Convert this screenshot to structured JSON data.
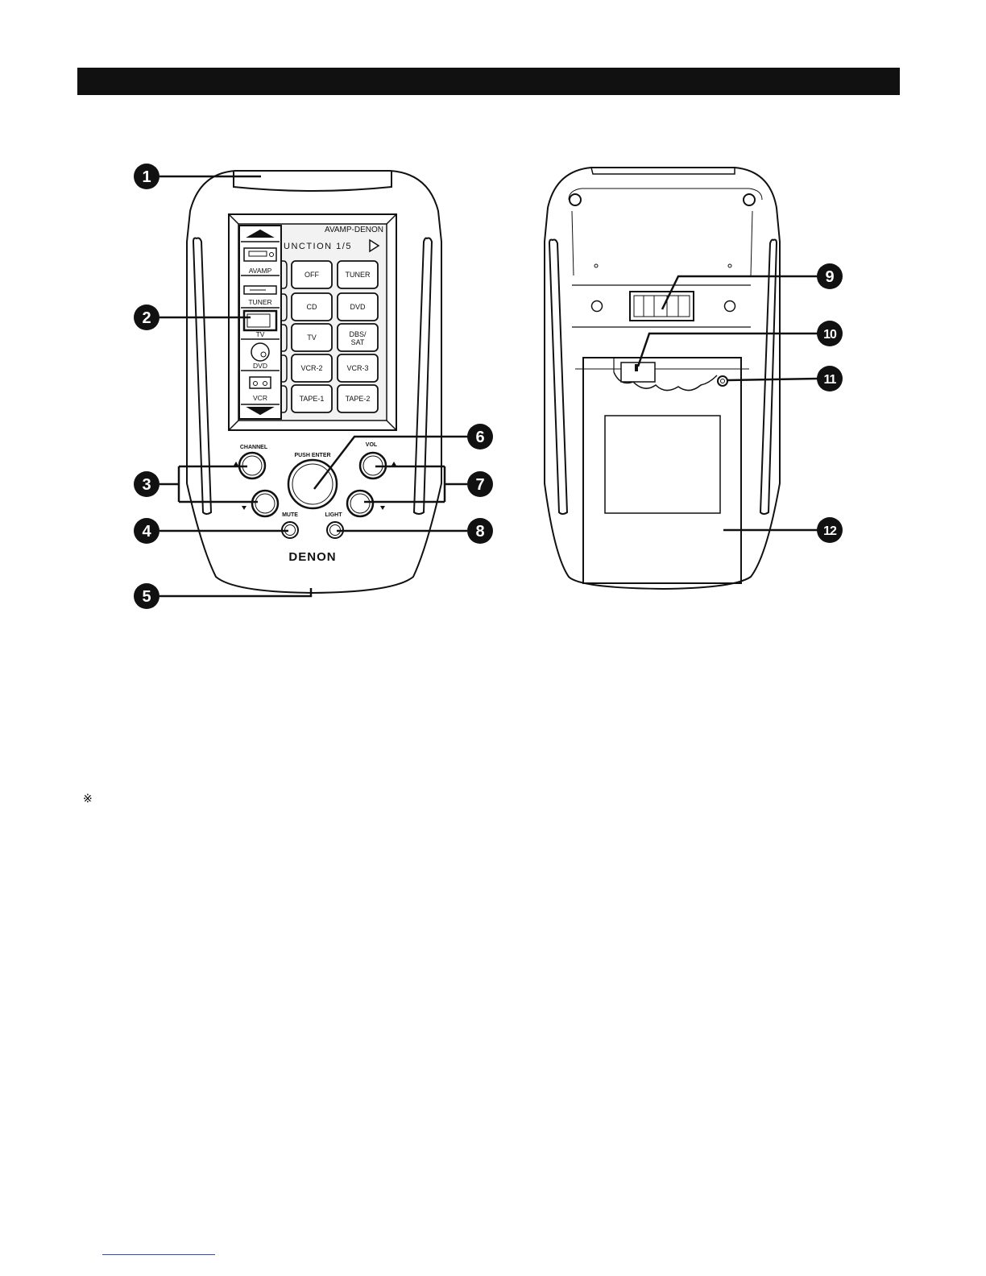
{
  "header": {
    "title": ""
  },
  "front_view": {
    "screen": {
      "device_name": "AVAMP-DENON",
      "page_title": "UNCTION 1/5",
      "buttons": [
        "OFF",
        "TUNER",
        "CD",
        "DVD",
        "TV",
        "DBS/\nSAT",
        "VCR-2",
        "VCR-3",
        "TAPE-1",
        "TAPE-2"
      ],
      "sidebar_sources": [
        "AVAMP",
        "TUNER",
        "TV",
        "DVD",
        "VCR"
      ]
    },
    "labels": {
      "channel": "CHANNEL",
      "push_enter": "PUSH ENTER",
      "vol": "VOL",
      "mute": "MUTE",
      "light": "LIGHT",
      "brand": "DENON"
    }
  },
  "callouts": [
    "1",
    "2",
    "3",
    "4",
    "5",
    "6",
    "7",
    "8",
    "9",
    "10",
    "11",
    "12"
  ],
  "footnote_mark": "※",
  "colors": {
    "ink": "#111111",
    "screen_bg": "#f4f4f4",
    "body_bg": "#ffffff"
  }
}
